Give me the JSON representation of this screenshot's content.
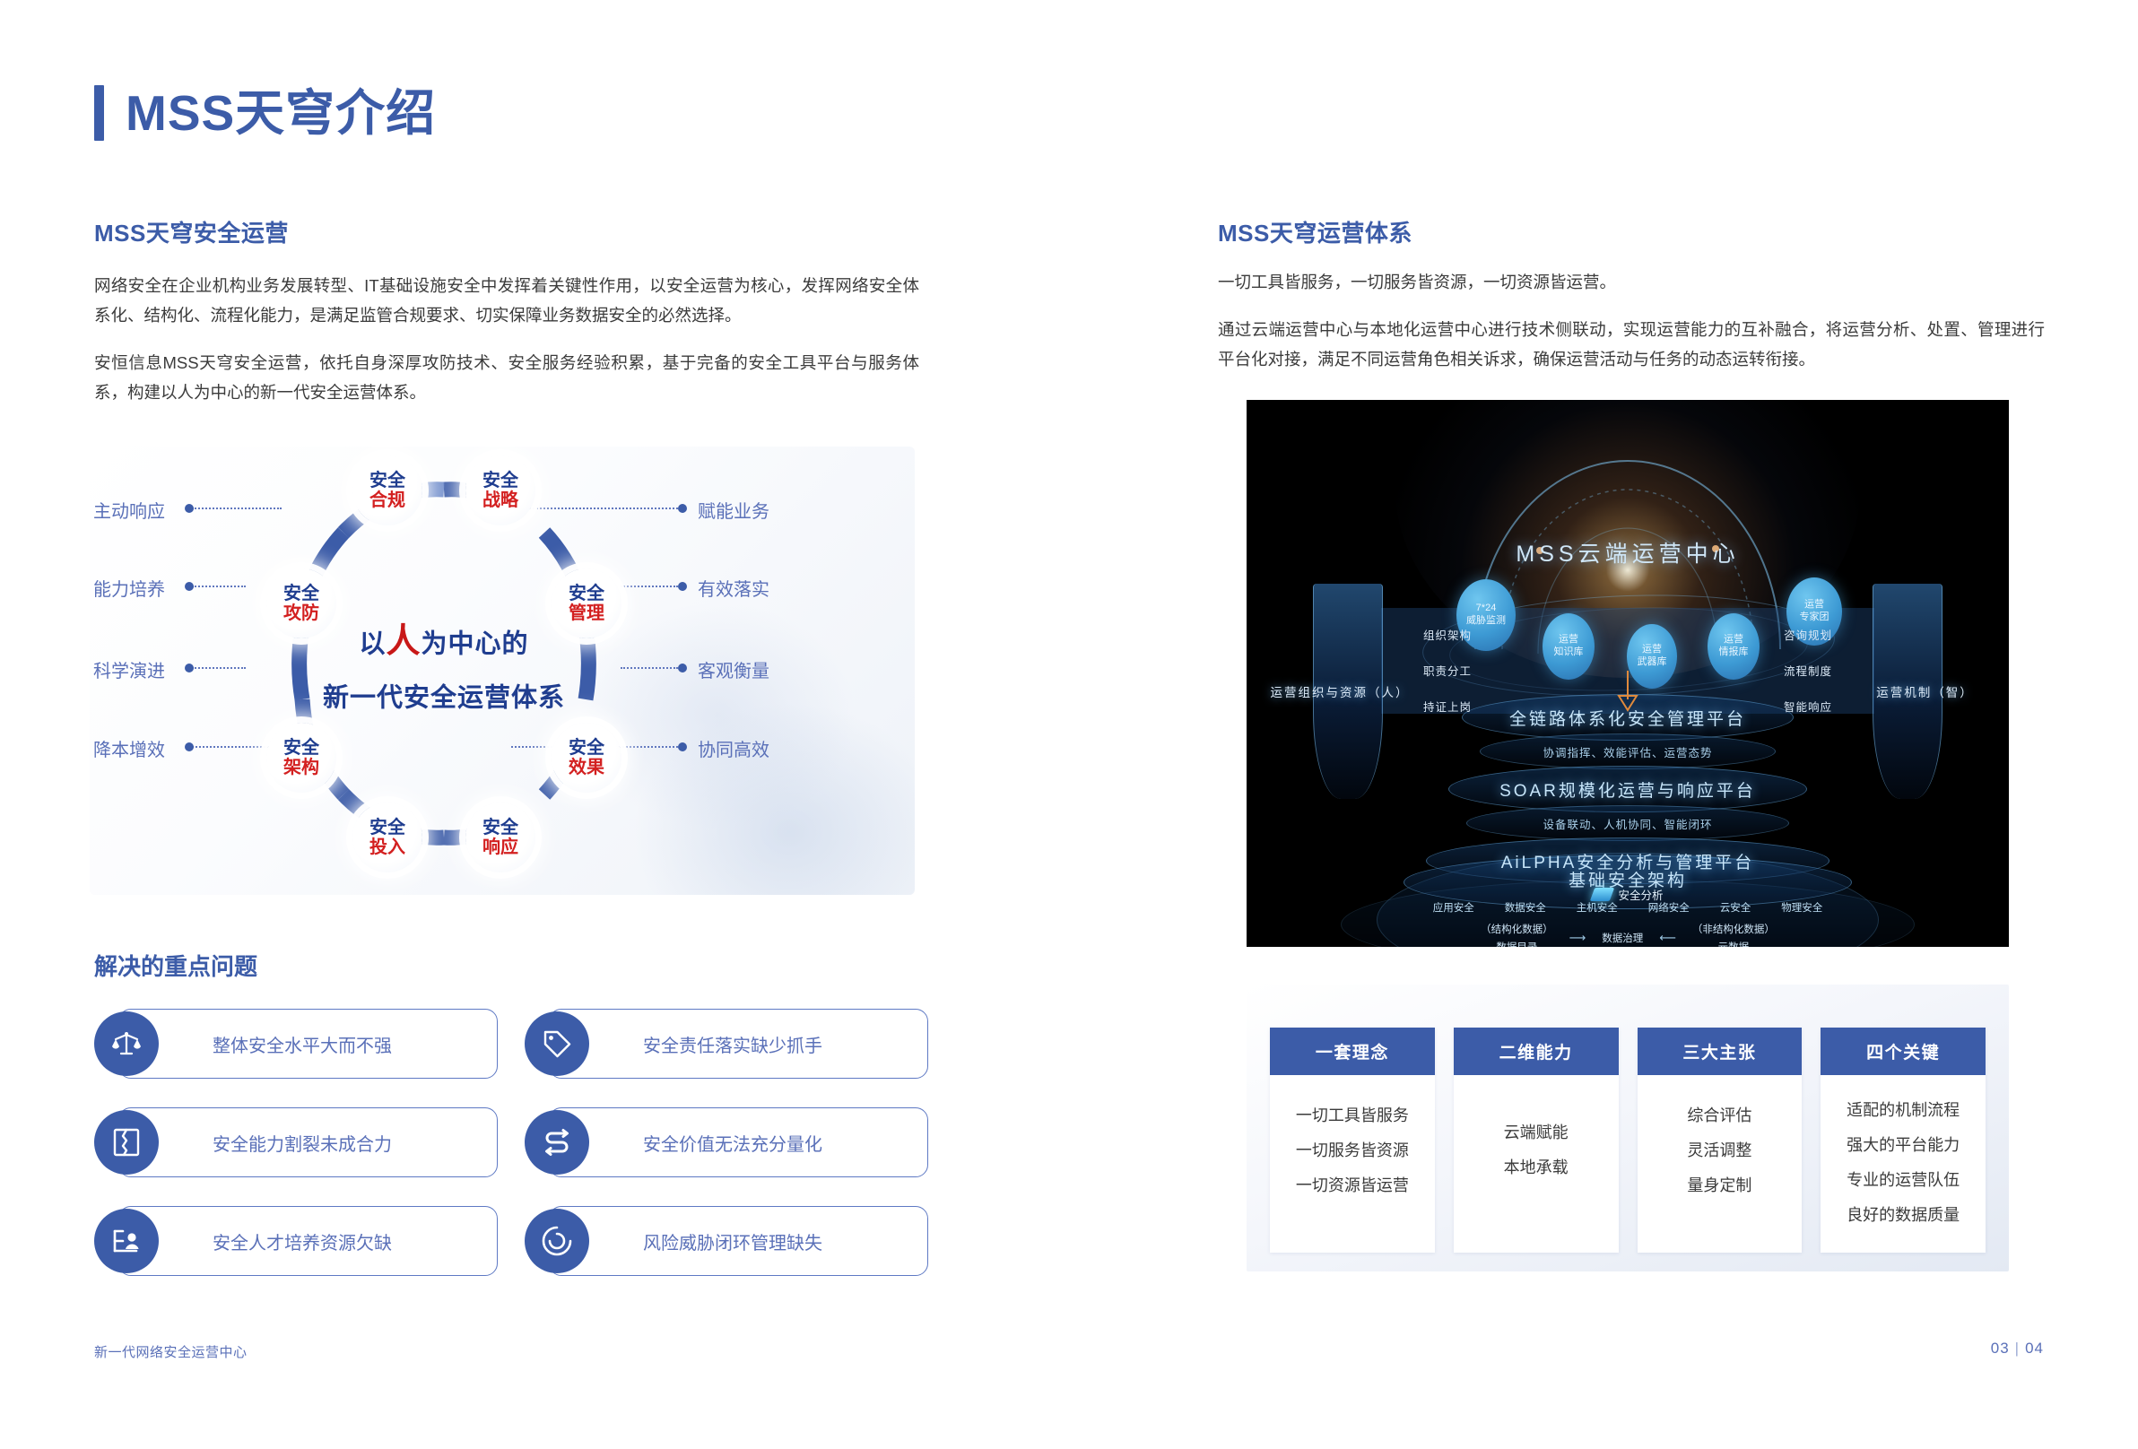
{
  "page": {
    "title": "MSS天穹介绍",
    "footer_left": "新一代网络安全运营中心",
    "page_number_current": "03",
    "page_number_total": "04",
    "page_number_separator": "|"
  },
  "colors": {
    "brand_blue": "#3C5CA8",
    "deep_blue": "#1F3D8F",
    "accent_red": "#D32020",
    "label_blue": "#5A70B8",
    "body_text": "#3b3b3b"
  },
  "left": {
    "section1_heading": "MSS天穹安全运营",
    "section1_paragraphs": [
      "网络安全在企业机构业务发展转型、IT基础设施安全中发挥着关键性作用，以安全运营为核心，发挥网络安全体系化、结构化、流程化能力，是满足监管合规要求、切实保障业务数据安全的必然选择。",
      "安恒信息MSS天穹安全运营，依托自身深厚攻防技术、安全服务经验积累，基于完备的安全工具平台与服务体系，构建以人为中心的新一代安全运营体系。"
    ],
    "circle": {
      "center_line1_prefix": "以",
      "center_line1_highlight": "人",
      "center_line1_suffix": "为中心的",
      "center_line2": "新一代安全运营体系",
      "nodes": [
        {
          "top": "安全",
          "bottom": "合规"
        },
        {
          "top": "安全",
          "bottom": "战略"
        },
        {
          "top": "安全",
          "bottom": "管理"
        },
        {
          "top": "安全",
          "bottom": "效果"
        },
        {
          "top": "安全",
          "bottom": "响应"
        },
        {
          "top": "安全",
          "bottom": "投入"
        },
        {
          "top": "安全",
          "bottom": "架构"
        },
        {
          "top": "安全",
          "bottom": "攻防"
        }
      ],
      "left_labels": [
        "主动响应",
        "能力培养",
        "科学演进",
        "降本增效"
      ],
      "right_labels": [
        "赋能业务",
        "有效落实",
        "客观衡量",
        "协同高效"
      ]
    },
    "problems_heading": "解决的重点问题",
    "problems": [
      {
        "label": "整体安全水平大而不强",
        "icon": "balance-scale-icon"
      },
      {
        "label": "安全责任落实缺少抓手",
        "icon": "tag-icon"
      },
      {
        "label": "安全能力割裂未成合力",
        "icon": "split-block-icon"
      },
      {
        "label": "安全价值无法充分量化",
        "icon": "s-arrows-icon"
      },
      {
        "label": "安全人才培养资源欠缺",
        "icon": "person-card-icon"
      },
      {
        "label": "风险威胁闭环管理缺失",
        "icon": "circle-loop-icon"
      }
    ]
  },
  "right": {
    "section_heading": "MSS天穹运营体系",
    "paragraphs": [
      "一切工具皆服务，一切服务皆资源，一切资源皆运营。",
      "通过云端运营中心与本地化运营中心进行技术侧联动，实现运营能力的互补融合，将运营分析、处置、管理进行平台化对接，满足不同运营角色相关诉求，确保运营活动与任务的动态运转衔接。"
    ],
    "tech_diagram": {
      "cloud_title": "MSS云端运营中心",
      "bubbles": [
        "7*24\n威胁监测",
        "运营\n知识库",
        "运营\n武器库",
        "运营\n情报库",
        "运营\n专家团"
      ],
      "left_pillar_label": "运营组织与资源（人）",
      "right_pillar_label": "运营机制（智）",
      "left_column_items": [
        "组织架构",
        "职责分工",
        "持证上岗"
      ],
      "right_column_items": [
        "咨询规划",
        "流程制度",
        "智能响应"
      ],
      "layers": [
        {
          "title": "全链路体系化安全管理平台",
          "sub": "协调指挥、效能评估、运营态势"
        },
        {
          "title": "SOAR规模化运营与响应平台",
          "sub": "设备联动、人机协同、智能闭环"
        },
        {
          "title": "AiLPHA安全分析与管理平台",
          "sub": ""
        },
        {
          "title": "基础安全架构",
          "sub": ""
        }
      ],
      "analysis_chip": "安全分析",
      "data_left_top": "（结构化数据）",
      "data_left_bottom": "数据目录",
      "data_center": "数据治理",
      "data_right_top": "（非结构化数据）",
      "data_right_bottom": "元数据",
      "base_labels": [
        "应用安全",
        "数据安全",
        "主机安全",
        "网络安全",
        "云安全",
        "物理安全"
      ]
    },
    "cards": [
      {
        "head": "一套理念",
        "items": [
          "一切工具皆服务",
          "一切服务皆资源",
          "一切资源皆运营"
        ]
      },
      {
        "head": "二维能力",
        "items": [
          "云端赋能",
          "本地承载"
        ]
      },
      {
        "head": "三大主张",
        "items": [
          "综合评估",
          "灵活调整",
          "量身定制"
        ]
      },
      {
        "head": "四个关键",
        "items": [
          "适配的机制流程",
          "强大的平台能力",
          "专业的运营队伍",
          "良好的数据质量"
        ]
      }
    ]
  }
}
